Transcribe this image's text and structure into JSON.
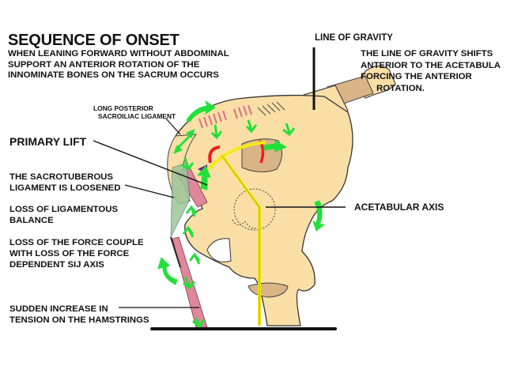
{
  "title": "SEQUENCE OF ONSET",
  "subtitle_lines": [
    "WHEN LEANING FORWARD WITHOUT ABDOMINAL",
    "SUPPORT AN ANTERIOR ROTATION OF THE",
    "INNOMINATE BONES ON THE SACRUM OCCURS"
  ],
  "labels": {
    "line_of_gravity": "LINE OF GRAVITY",
    "gravity_shift": [
      "THE LINE OF GRAVITY SHIFTS",
      "ANTERIOR TO THE ACETABULA",
      "FORCING THE ANTERIOR",
      "ROTATION."
    ],
    "long_posterior_ligament": [
      "LONG POSTERIOR",
      "SACROILIAC LIGAMENT"
    ],
    "primary_lift": "PRIMARY LIFT",
    "sacrotuberous": [
      "THE SACROTUBEROUS",
      "LIGAMENT IS LOOSENED"
    ],
    "ligamentous_balance": [
      "LOSS OF LIGAMENTOUS",
      "BALANCE"
    ],
    "force_couple": [
      "LOSS OF THE FORCE COUPLE",
      "WITH LOSS OF THE FORCE",
      "DEPENDENT SIJ AXIS"
    ],
    "hamstrings": [
      "SUDDEN INCREASE IN",
      "TENSION ON THE HAMSTRINGS"
    ],
    "acetabular_axis": "ACETABULAR AXIS"
  },
  "colors": {
    "bone": "#f9dfa6",
    "bone_dark": "#d9b487",
    "ligament_pink": "#e0879c",
    "ligament_green": "#9ac79a",
    "arrow_green": "#22e03a",
    "axis_yellow": "#f4ea17",
    "lift_red": "#ee1c1c",
    "lift_purple": "#6b1a8a"
  }
}
